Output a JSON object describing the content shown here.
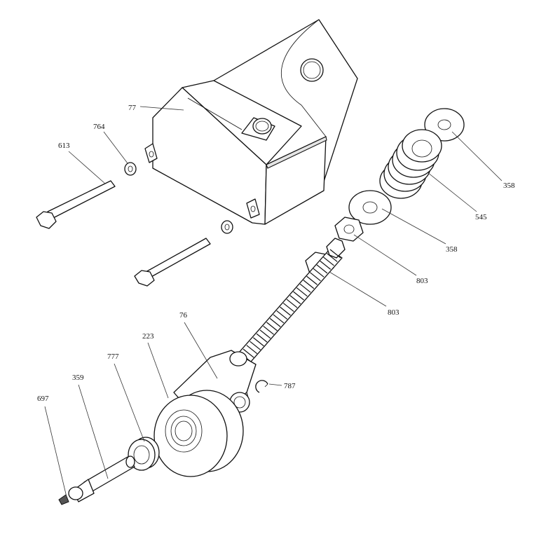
{
  "callouts": [
    {
      "id": "c77a",
      "text": "77"
    },
    {
      "id": "c764",
      "text": "764"
    },
    {
      "id": "c613",
      "text": "613"
    },
    {
      "id": "c358a",
      "text": "358"
    },
    {
      "id": "c545",
      "text": "545"
    },
    {
      "id": "c358b",
      "text": "358"
    },
    {
      "id": "c803a",
      "text": "803"
    },
    {
      "id": "c803b",
      "text": "803"
    },
    {
      "id": "c76",
      "text": "76"
    },
    {
      "id": "c223",
      "text": "223"
    },
    {
      "id": "c777",
      "text": "777"
    },
    {
      "id": "c359",
      "text": "359"
    },
    {
      "id": "c697",
      "text": "697"
    },
    {
      "id": "c787",
      "text": "787"
    }
  ]
}
